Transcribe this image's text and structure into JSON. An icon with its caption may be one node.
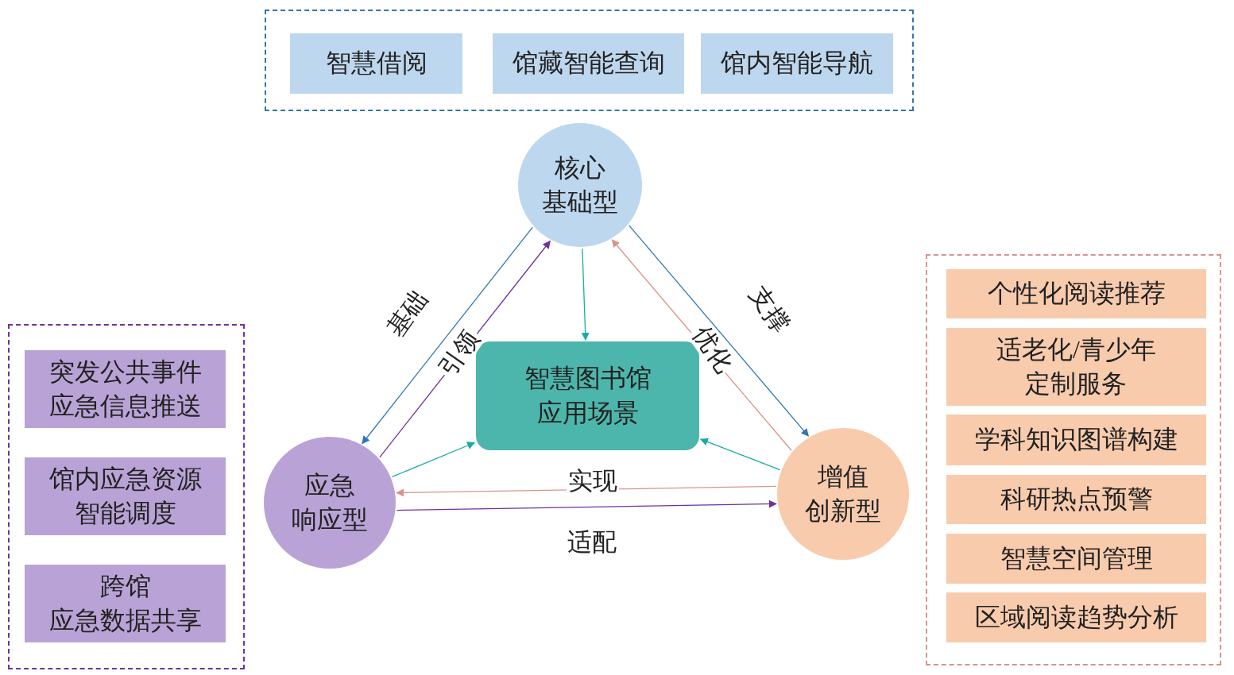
{
  "diagram": {
    "nodes": [
      {
        "text": [],
        "shape": "box"
      },
      {
        "text": [
          "智慧借阅"
        ],
        "in": 0
      },
      {
        "text": [
          "馆藏智能查询"
        ],
        "in": 0
      },
      {
        "text": [
          "馆内智能导航"
        ],
        "in": 0
      },
      {
        "text": [
          "核心基础型"
        ]
      },
      {
        "text": [
          "智慧图书馆应用场景"
        ]
      },
      {
        "text": [
          "应急响应型"
        ]
      },
      {
        "text": [
          "增值创新型"
        ]
      },
      {
        "text": [],
        "shape": "box"
      },
      {
        "text": [
          "突发公共事件应急信息推送"
        ],
        "in": 8
      },
      {
        "text": [
          "馆内应急资源智能调度"
        ],
        "in": 8
      },
      {
        "text": [
          "跨馆应急数据共享"
        ],
        "in": 8
      },
      {
        "text": [],
        "shape": "box"
      },
      {
        "text": [
          "个性化阅读推荐"
        ],
        "in": 12
      },
      {
        "text": [
          "适老化/青少年定制服务"
        ],
        "in": 12
      },
      {
        "text": [
          "学科知识图谱构建"
        ],
        "in": 12
      },
      {
        "text": [
          "科研热点预警"
        ],
        "in": 12
      },
      {
        "text": [
          "智慧空间管理"
        ],
        "in": 12
      },
      {
        "text": [
          "区域阅读趋势分析"
        ],
        "in": 12
      }
    ],
    "edges": [
      {
        "from": 4,
        "to": 6,
        "arrow": "to",
        "label": "基础",
        "color": "#2e75b6"
      },
      {
        "from": 6,
        "to": 4,
        "arrow": "to",
        "label": "引领",
        "color": "#7030a0"
      },
      {
        "from": 4,
        "to": 7,
        "arrow": "to",
        "label": "支撑",
        "color": "#2e75b6"
      },
      {
        "from": 7,
        "to": 4,
        "arrow": "to",
        "label": "优化",
        "color": "#d9938a"
      },
      {
        "from": 4,
        "to": 5,
        "arrow": "to",
        "color": "#17aca4"
      },
      {
        "from": 6,
        "to": 5,
        "arrow": "to",
        "color": "#17aca4"
      },
      {
        "from": 7,
        "to": 5,
        "arrow": "to",
        "color": "#17aca4"
      },
      {
        "from": 7,
        "to": 6,
        "arrow": "to",
        "label": "实现",
        "color": "#d9938a"
      },
      {
        "from": 6,
        "to": 7,
        "arrow": "to",
        "label": "适配",
        "color": "#7030a0"
      }
    ]
  }
}
